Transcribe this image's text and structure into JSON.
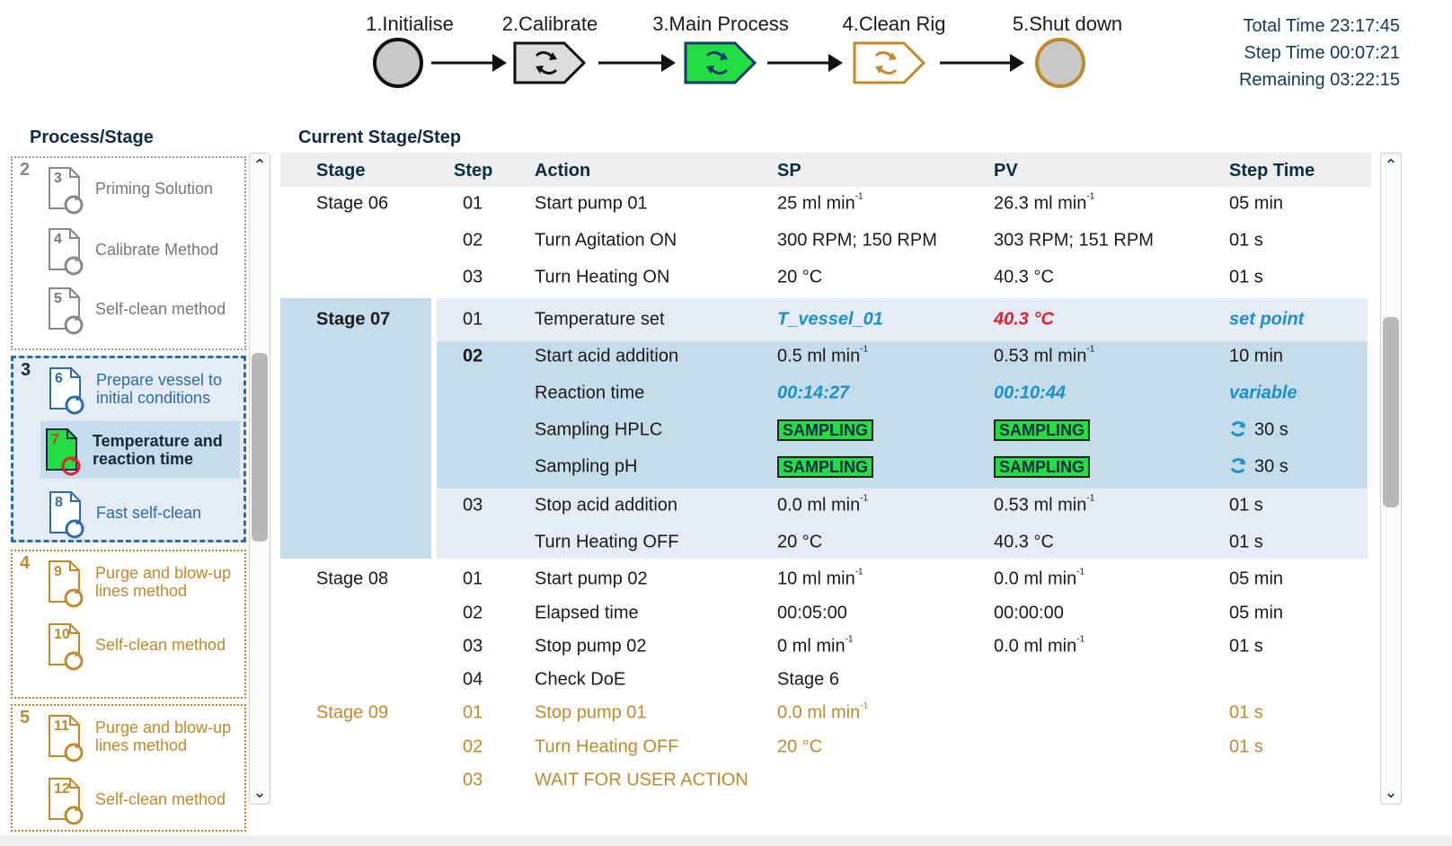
{
  "flow": {
    "steps": [
      {
        "label": "1.Initialise"
      },
      {
        "label": "2.Calibrate"
      },
      {
        "label": "3.Main Process"
      },
      {
        "label": "4.Clean Rig"
      },
      {
        "label": "5.Shut down"
      }
    ],
    "colors": {
      "done": "#222222",
      "active": "#22dd44",
      "pending": "#c08a2a"
    }
  },
  "times": {
    "total": "Total Time 23:17:45",
    "step": "Step Time  00:07:21",
    "remaining": "Remaining 03:22:15"
  },
  "left": {
    "heading": "Process/Stage",
    "groups": [
      {
        "num": "2",
        "items": [
          {
            "num": "3",
            "label": "Priming Solution"
          },
          {
            "num": "4",
            "label": "Calibrate Method"
          },
          {
            "num": "5",
            "label": "Self-clean method"
          }
        ]
      },
      {
        "num": "3",
        "items": [
          {
            "num": "6",
            "label": "Prepare vessel to initial conditions"
          },
          {
            "num": "7",
            "label": "Temperature and reaction time"
          },
          {
            "num": "8",
            "label": "Fast self-clean"
          }
        ]
      },
      {
        "num": "4",
        "items": [
          {
            "num": "9",
            "label": "Purge and blow-up lines method"
          },
          {
            "num": "10",
            "label": "Self-clean method"
          }
        ]
      },
      {
        "num": "5",
        "items": [
          {
            "num": "11",
            "label": "Purge and blow-up lines method"
          },
          {
            "num": "12",
            "label": "Self-clean method"
          }
        ]
      }
    ]
  },
  "main": {
    "heading": "Current Stage/Step",
    "columns": [
      "Stage",
      "Step",
      "Action",
      "SP",
      "PV",
      "Step Time"
    ],
    "rows": [
      {
        "stage": "Stage 06",
        "step": "01",
        "action": "Start pump 01",
        "sp": "25 ml min",
        "sp_sup": "-1",
        "pv": "26.3 ml min",
        "pv_sup": "-1",
        "time": "05 min"
      },
      {
        "stage": "",
        "step": "02",
        "action": "Turn Agitation ON",
        "sp": "300 RPM; 150 RPM",
        "sp_sup": "",
        "pv": "303 RPM; 151 RPM",
        "pv_sup": "",
        "time": "01 s"
      },
      {
        "stage": "",
        "step": "03",
        "action": "Turn Heating ON",
        "sp": "20 °C",
        "sp_sup": "",
        "pv": "40.3 °C",
        "pv_sup": "",
        "time": "01 s"
      },
      {
        "stage": "Stage 07",
        "step": "01",
        "action": "Temperature set",
        "sp": "T_vessel_01",
        "sp_sup": "",
        "pv": "40.3 °C",
        "pv_sup": "",
        "time": "set point"
      },
      {
        "stage": "",
        "step": "02",
        "action": "Start acid addition",
        "sp": "0.5 ml min",
        "sp_sup": "-1",
        "pv": "0.53 ml min",
        "pv_sup": "-1",
        "time": "10 min"
      },
      {
        "stage": "",
        "step": "",
        "action": "Reaction time",
        "sp": "00:14:27",
        "sp_sup": "",
        "pv": "00:10:44",
        "pv_sup": "",
        "time": "variable"
      },
      {
        "stage": "",
        "step": "",
        "action": "Sampling HPLC",
        "sp": "SAMPLING",
        "sp_sup": "",
        "pv": "SAMPLING",
        "pv_sup": "",
        "time": "30 s"
      },
      {
        "stage": "",
        "step": "",
        "action": "Sampling pH",
        "sp": "SAMPLING",
        "sp_sup": "",
        "pv": "SAMPLING",
        "pv_sup": "",
        "time": "30 s"
      },
      {
        "stage": "",
        "step": "03",
        "action": "Stop acid addition",
        "sp": "0.0 ml min",
        "sp_sup": "-1",
        "pv": "0.53 ml min",
        "pv_sup": "-1",
        "time": "01 s"
      },
      {
        "stage": "",
        "step": "",
        "action": "Turn Heating OFF",
        "sp": "20 °C",
        "sp_sup": "",
        "pv": "40.3 °C",
        "pv_sup": "",
        "time": "01 s"
      },
      {
        "stage": "Stage 08",
        "step": "01",
        "action": "Start pump 02",
        "sp": "10 ml min",
        "sp_sup": "-1",
        "pv": "0.0 ml min",
        "pv_sup": "-1",
        "time": "05 min"
      },
      {
        "stage": "",
        "step": "02",
        "action": "Elapsed time",
        "sp": "00:05:00",
        "sp_sup": "",
        "pv": "00:00:00",
        "pv_sup": "",
        "time": "05 min"
      },
      {
        "stage": "",
        "step": "03",
        "action": "Stop pump 02",
        "sp": "0 ml min",
        "sp_sup": "-1",
        "pv": "0.0 ml min",
        "pv_sup": "-1",
        "time": "01 s"
      },
      {
        "stage": "",
        "step": "04",
        "action": "Check DoE",
        "sp": "Stage 6",
        "sp_sup": "",
        "pv": "",
        "pv_sup": "",
        "time": ""
      },
      {
        "stage": "Stage 09",
        "step": "01",
        "action": "Stop pump 01",
        "sp": "0.0 ml min",
        "sp_sup": "-1",
        "pv": "",
        "pv_sup": "",
        "time": "01 s"
      },
      {
        "stage": "",
        "step": "02",
        "action": "Turn Heating OFF",
        "sp": "20 °C",
        "sp_sup": "",
        "pv": "",
        "pv_sup": "",
        "time": "01 s"
      },
      {
        "stage": "",
        "step": "03",
        "action": "WAIT FOR USER ACTION",
        "sp": "",
        "sp_sup": "",
        "pv": "",
        "pv_sup": "",
        "time": ""
      }
    ]
  },
  "icons": {
    "scroll_up": "chevron-up-icon",
    "scroll_down": "chevron-down-icon",
    "cycle": "cycle-icon",
    "document": "document-icon"
  }
}
